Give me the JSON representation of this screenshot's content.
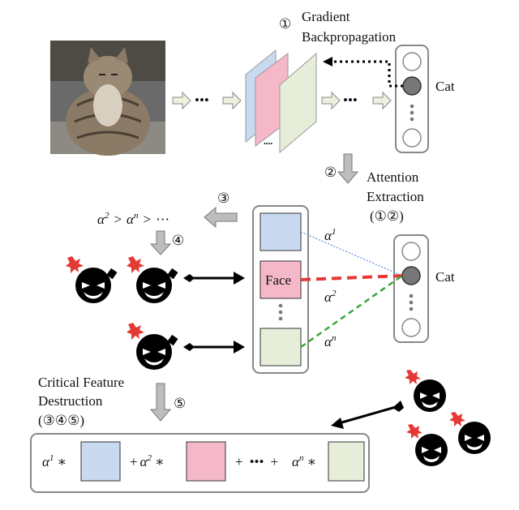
{
  "step1": {
    "num": "①",
    "line1": "Gradient",
    "line2": "Backpropagation"
  },
  "step2": {
    "num": "②",
    "line1": "Attention",
    "line2": "Extraction",
    "line3": "(①②)"
  },
  "step3": {
    "num": "③"
  },
  "step4": {
    "num": "④"
  },
  "step5": {
    "num": "⑤"
  },
  "class_label_top": "Cat",
  "class_label_mid": "Cat",
  "face_label": "Face",
  "ellipsis": "•••",
  "ellipsis_small": "••••",
  "attention_order": {
    "a": "α",
    "sup_a": "2",
    "gt": ">",
    "b": "α",
    "sup_b": "n",
    "gt2": ">",
    "dots": "⋯"
  },
  "alpha_labels": {
    "a1": "α",
    "a1_sup": "1",
    "a2": "α",
    "a2_sup": "2",
    "an": "α",
    "an_sup": "n"
  },
  "critical": {
    "line1": "Critical Feature",
    "line2": "Destruction",
    "line3": "(③④⑤)"
  },
  "formula": {
    "t1": "α",
    "t1_sup": "1",
    "t1_op": "∗",
    "plus1": "+",
    "t2": "α",
    "t2_sup": "2",
    "t2_op": "∗",
    "plus2": "+",
    "dots": "•••",
    "plus3": "+",
    "t3": "α",
    "t3_sup": "n",
    "t3_op": "∗"
  },
  "colors": {
    "blue_map": "#c9daf0",
    "pink_map": "#f4b8c8",
    "green_map": "#e6eed9",
    "arrow_fill": "#efefdf",
    "gray_arrow": "#bdbdbd",
    "red_line": "#e53935",
    "green_line": "#3aa63a",
    "blue_line": "#5b8fd6"
  }
}
